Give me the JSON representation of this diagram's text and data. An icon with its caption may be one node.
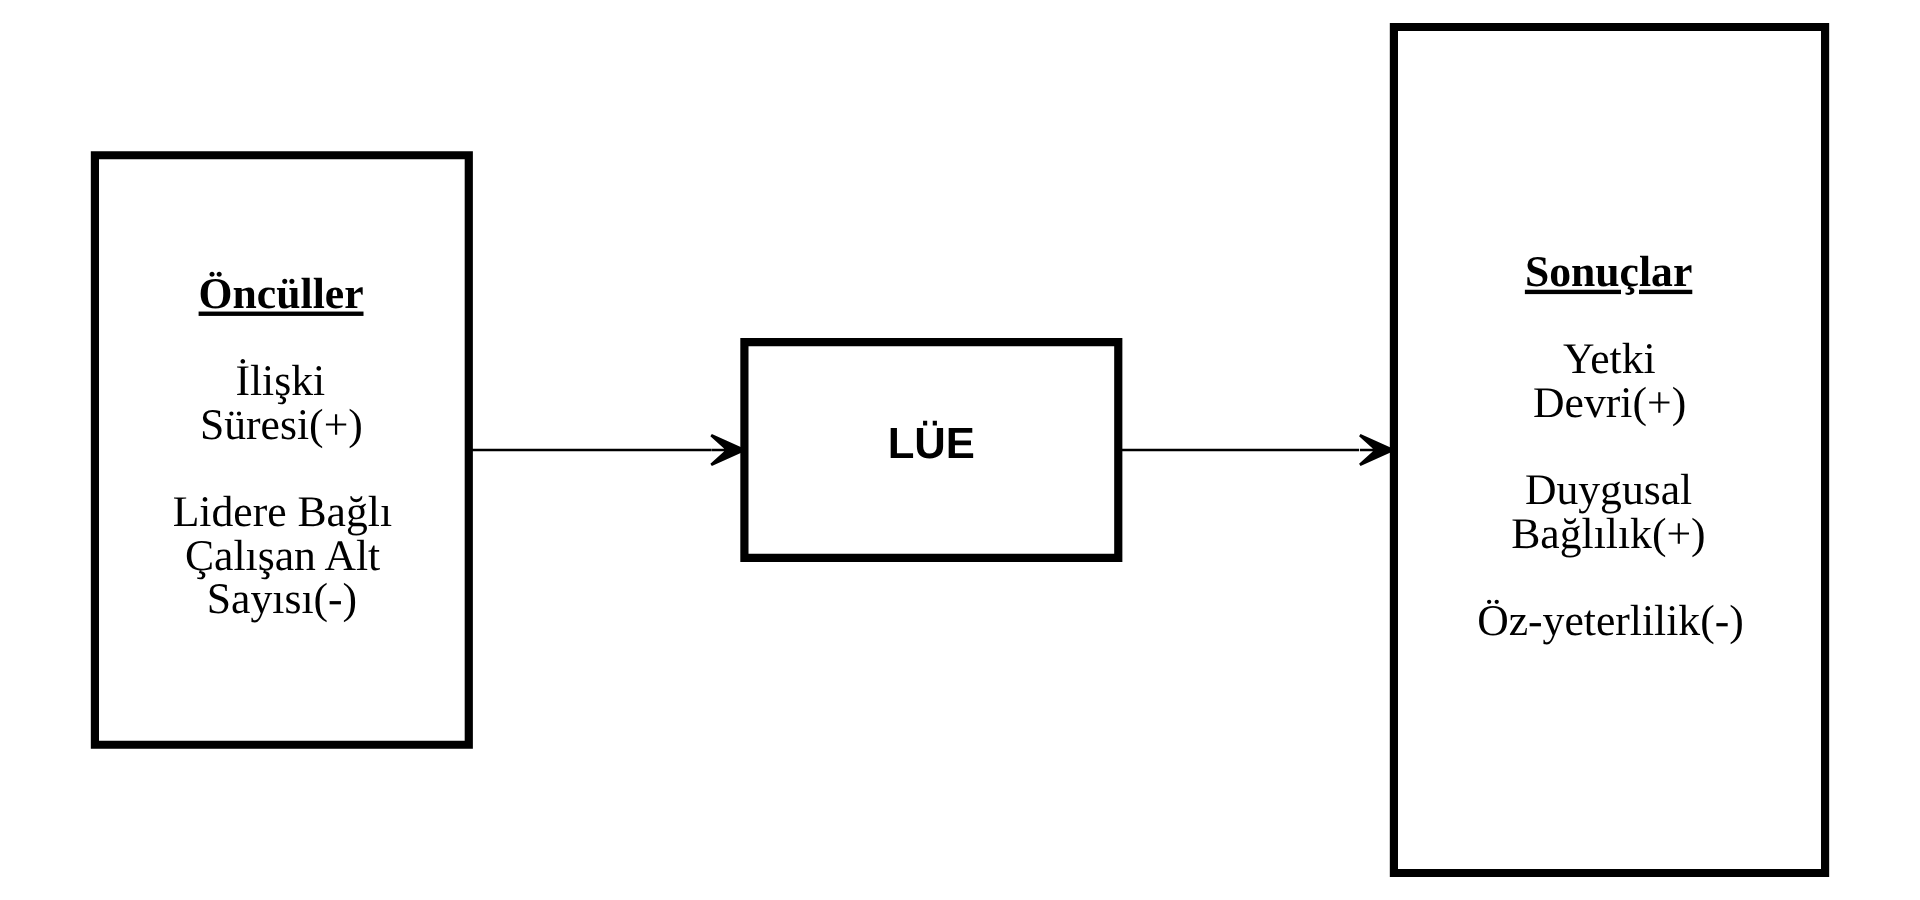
{
  "diagram": {
    "nodes": [
      {
        "text": [
          "Öncüller",
          "İlişki Süresi(+)",
          "Lidere Bağlı Çalışan Alt Sayısı(-)"
        ]
      },
      {
        "text": [
          "LÜE"
        ]
      },
      {
        "text": [
          "Sonuçlar",
          "Yetki Devri(+)",
          "Duygusal Bağlılık(+)",
          "Öz-yeterlilik(-)"
        ]
      }
    ],
    "edges": [
      {
        "from": 0,
        "to": 1,
        "arrow": "to"
      },
      {
        "from": 1,
        "to": 2,
        "arrow": "to"
      }
    ]
  }
}
